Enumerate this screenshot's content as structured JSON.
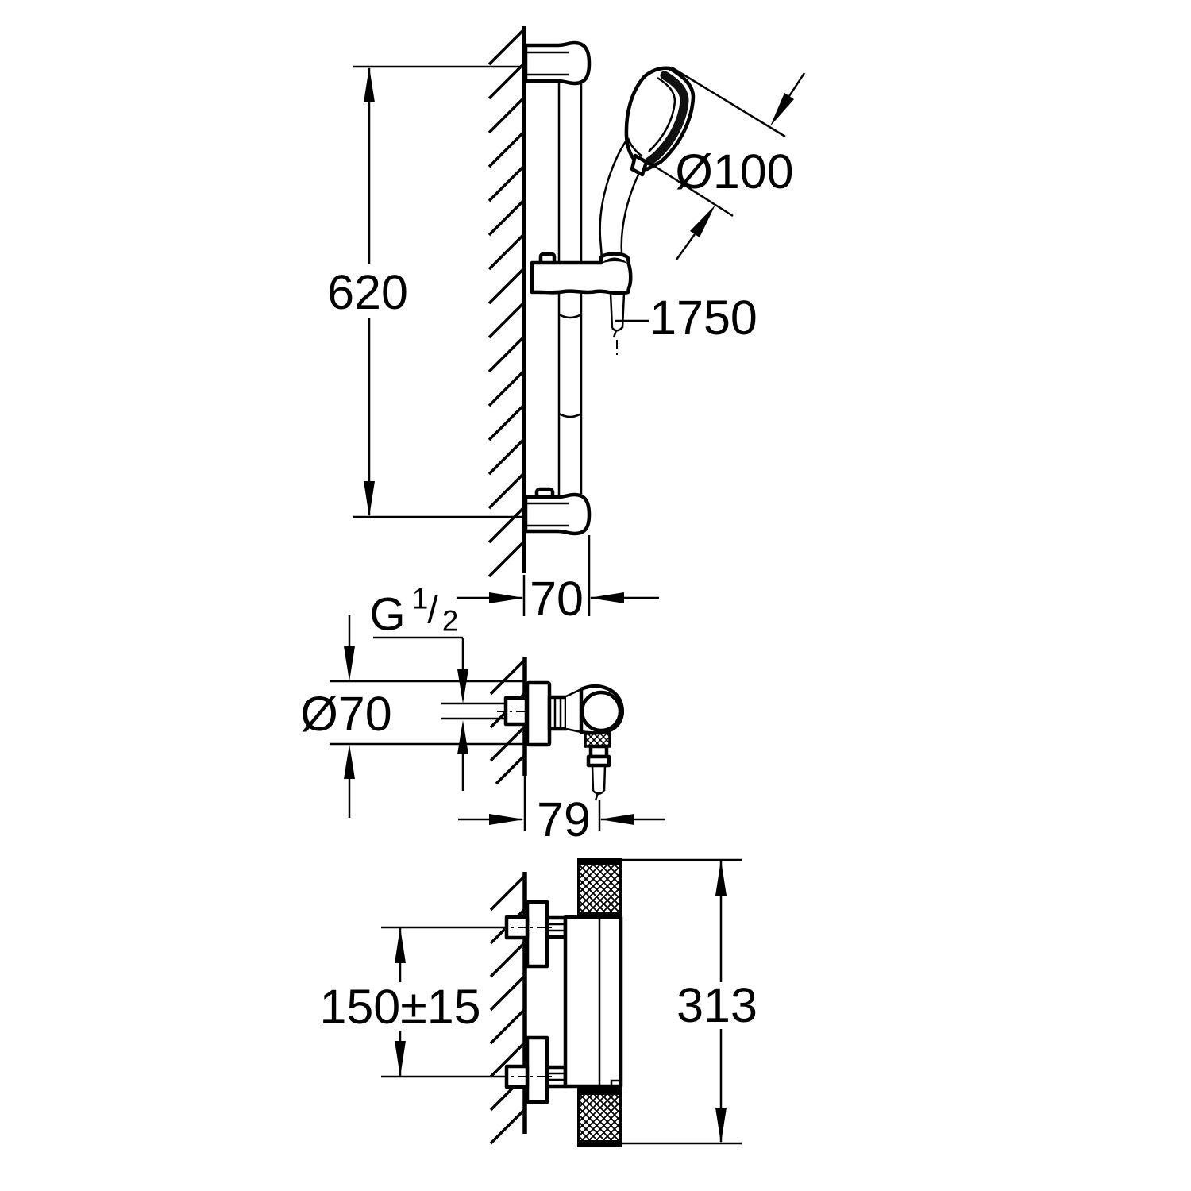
{
  "drawing": {
    "labels": {
      "rail_height": "620",
      "handshower_diameter": "Ø100",
      "hose_length": "1750",
      "rail_wall_offset": "70",
      "thread": {
        "letter": "G",
        "numerator": "1",
        "slash": "/",
        "denominator": "2"
      },
      "escutcheon_diameter": "Ø70",
      "valve_wall_offset": "79",
      "inlet_spacing": "150±15",
      "thermostat_height": "313"
    },
    "colors": {
      "line": "#000000",
      "background": "#ffffff"
    }
  }
}
